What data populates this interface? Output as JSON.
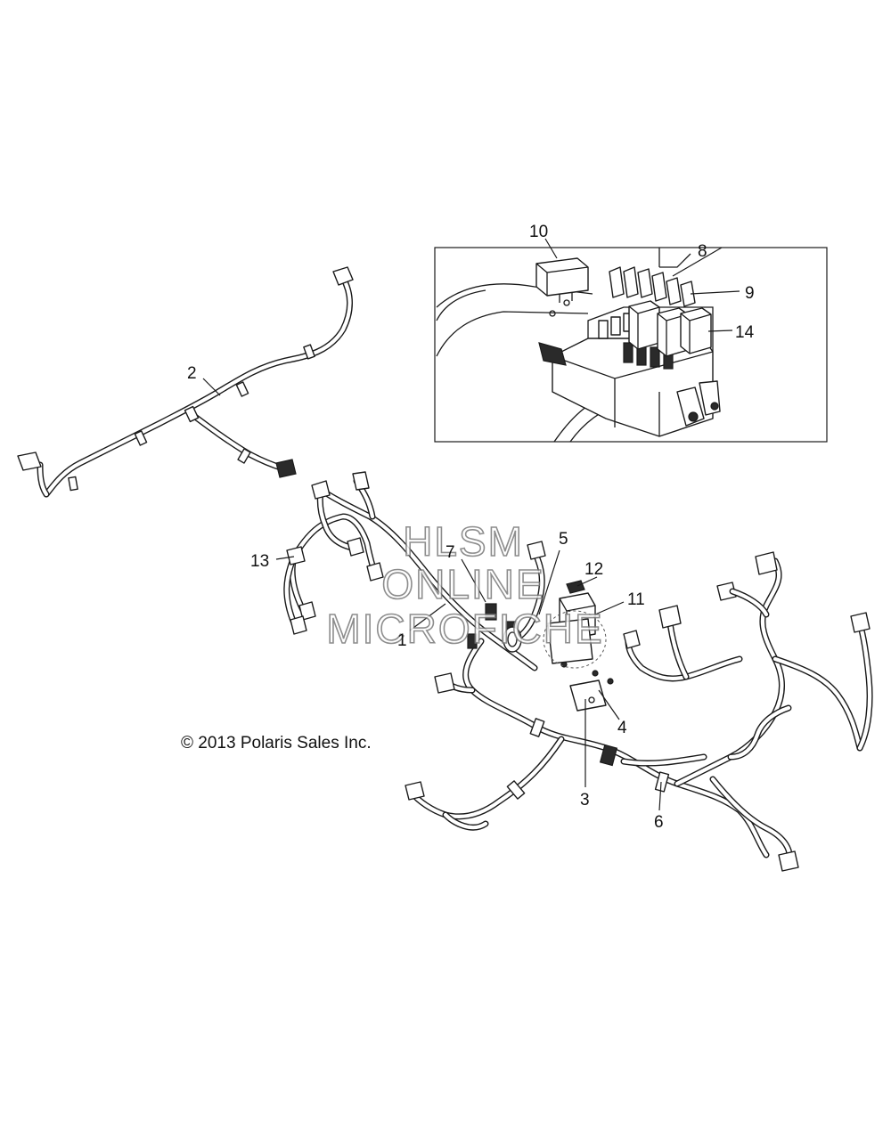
{
  "copyright": "© 2013 Polaris Sales Inc.",
  "watermark": {
    "line1": "HLSM",
    "line2": "ONLINE",
    "line3": "MICROFICHE"
  },
  "callouts": {
    "c1": "1",
    "c2": "2",
    "c3": "3",
    "c4": "4",
    "c5": "5",
    "c6": "6",
    "c7": "7",
    "c8": "8",
    "c9": "9",
    "c10": "10",
    "c11": "11",
    "c12": "12",
    "c13": "13",
    "c14": "14"
  },
  "colors": {
    "line": "#1a1a1a",
    "watermark_stroke": "#7a7a7a",
    "background": "#ffffff"
  }
}
